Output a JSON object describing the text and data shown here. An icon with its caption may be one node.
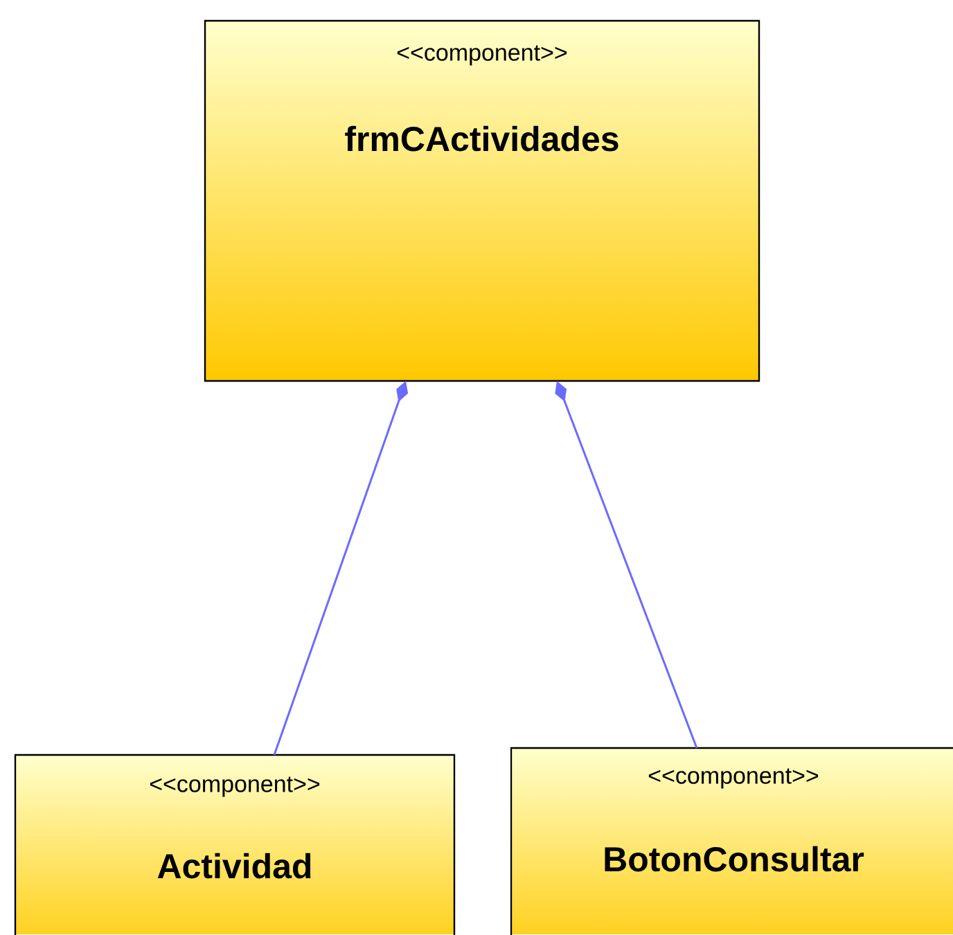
{
  "diagram": {
    "nodes": [
      {
        "text": [
          "<<component>>",
          "frmCActividades"
        ]
      },
      {
        "text": [
          "<<component>>",
          "Actividad"
        ]
      },
      {
        "text": [
          "<<component>>",
          "BotonConsultar"
        ]
      }
    ],
    "edges": [
      {
        "from": 0,
        "to": 1,
        "arrow": "other",
        "color": "#6b6bff"
      },
      {
        "from": 0,
        "to": 2,
        "arrow": "other",
        "color": "#6b6bff"
      }
    ]
  }
}
